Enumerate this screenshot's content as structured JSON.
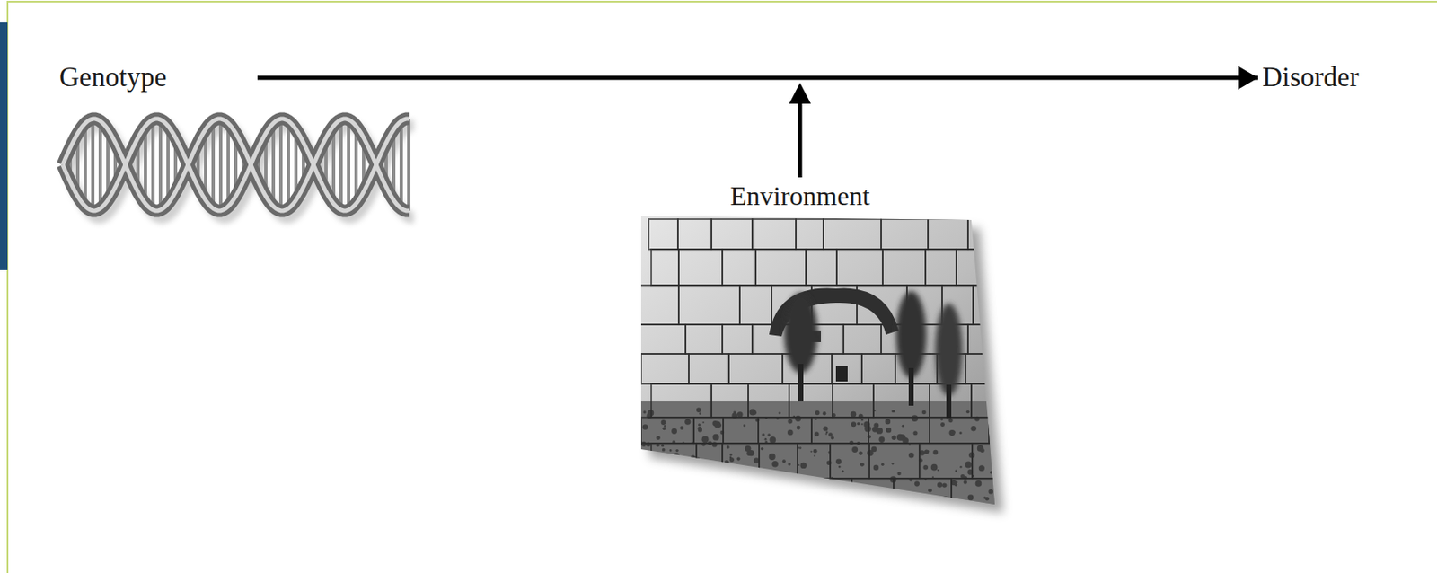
{
  "diagram": {
    "nodes": [
      {
        "text": [
          "Genotype"
        ]
      },
      {
        "text": [
          "Disorder"
        ]
      }
    ],
    "edges": [
      {
        "from": 0,
        "to": 1,
        "arrow": "to"
      }
    ],
    "labels": [
      "Environment"
    ]
  }
}
